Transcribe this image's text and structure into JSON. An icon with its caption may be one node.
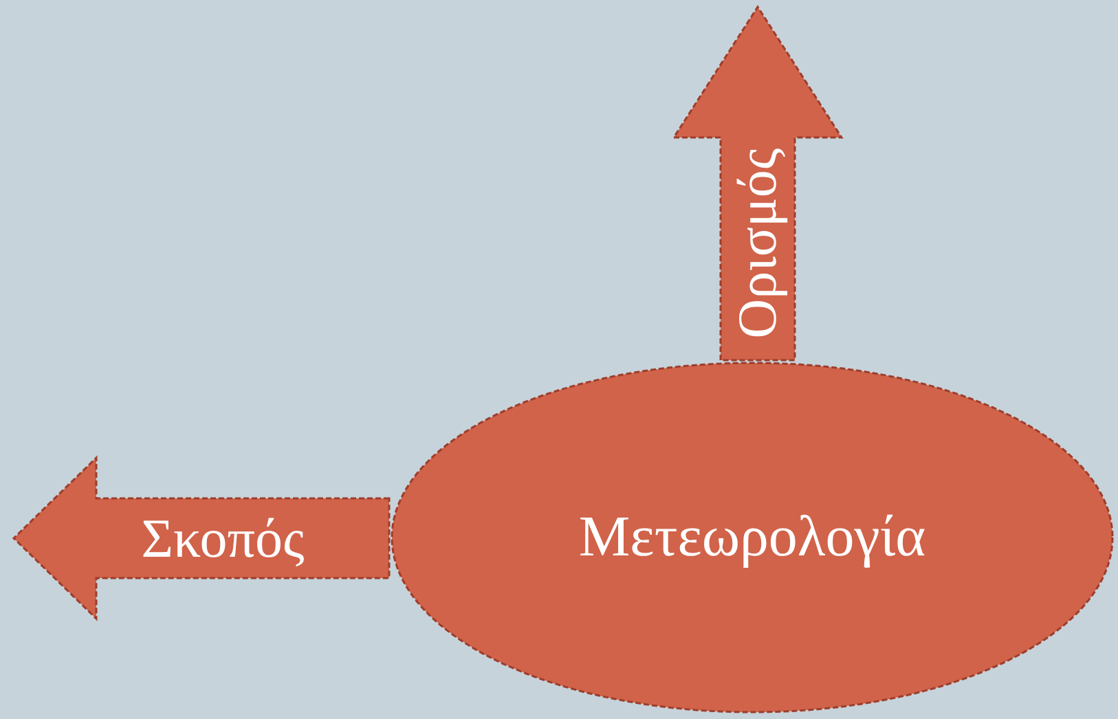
{
  "diagram": {
    "nodes": [
      {
        "text": [
          "Μετεωρολογία"
        ]
      },
      {
        "text": [
          "Ορισμός"
        ]
      },
      {
        "text": [
          "Σκοπός"
        ]
      }
    ]
  }
}
